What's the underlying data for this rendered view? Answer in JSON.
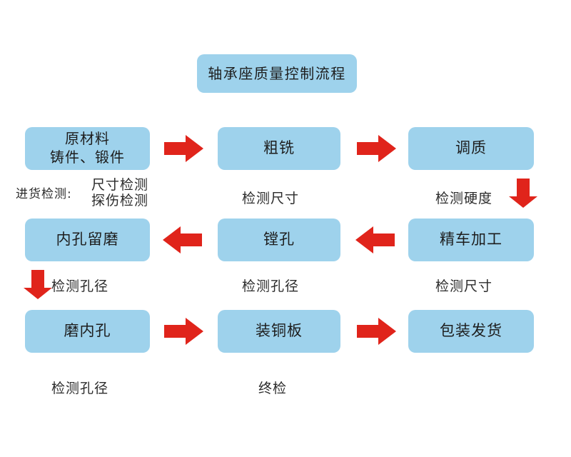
{
  "diagram": {
    "title": "轴承座质量控制流程",
    "accent_color": "#9ed2ec",
    "arrow_color": "#e0241b",
    "text_color": "#1d1d1d",
    "background_color": "#ffffff"
  },
  "nodes": {
    "raw_material_line1": "原材料",
    "raw_material_line2": "铸件、锻件",
    "rough_milling": "粗铣",
    "quench_temper": "调质",
    "bore_reserve_grinding": "内孔留磨",
    "boring": "镗孔",
    "fine_turning": "精车加工",
    "grind_inner_hole": "磨内孔",
    "install_copper_plate": "装铜板",
    "packing_shipping": "包装发货"
  },
  "captions": {
    "incoming_inspection_label": "进货检测:",
    "incoming_inspection_line1": "尺寸检测",
    "incoming_inspection_line2": "探伤检测",
    "check_dimension_row1": "检测尺寸",
    "check_hardness_row1": "检测硬度",
    "check_bore_row2_left": "检测孔径",
    "check_bore_row2_mid": "检测孔径",
    "check_dimension_row2_right": "检测尺寸",
    "check_bore_row3_left": "检测孔径",
    "final_inspection": "终检"
  },
  "arrows": {
    "right_1": "arrow-right",
    "right_2": "arrow-right",
    "down_right": "arrow-down",
    "left_1": "arrow-left",
    "left_2": "arrow-left",
    "down_left": "arrow-down",
    "right_3": "arrow-right",
    "right_4": "arrow-right"
  }
}
